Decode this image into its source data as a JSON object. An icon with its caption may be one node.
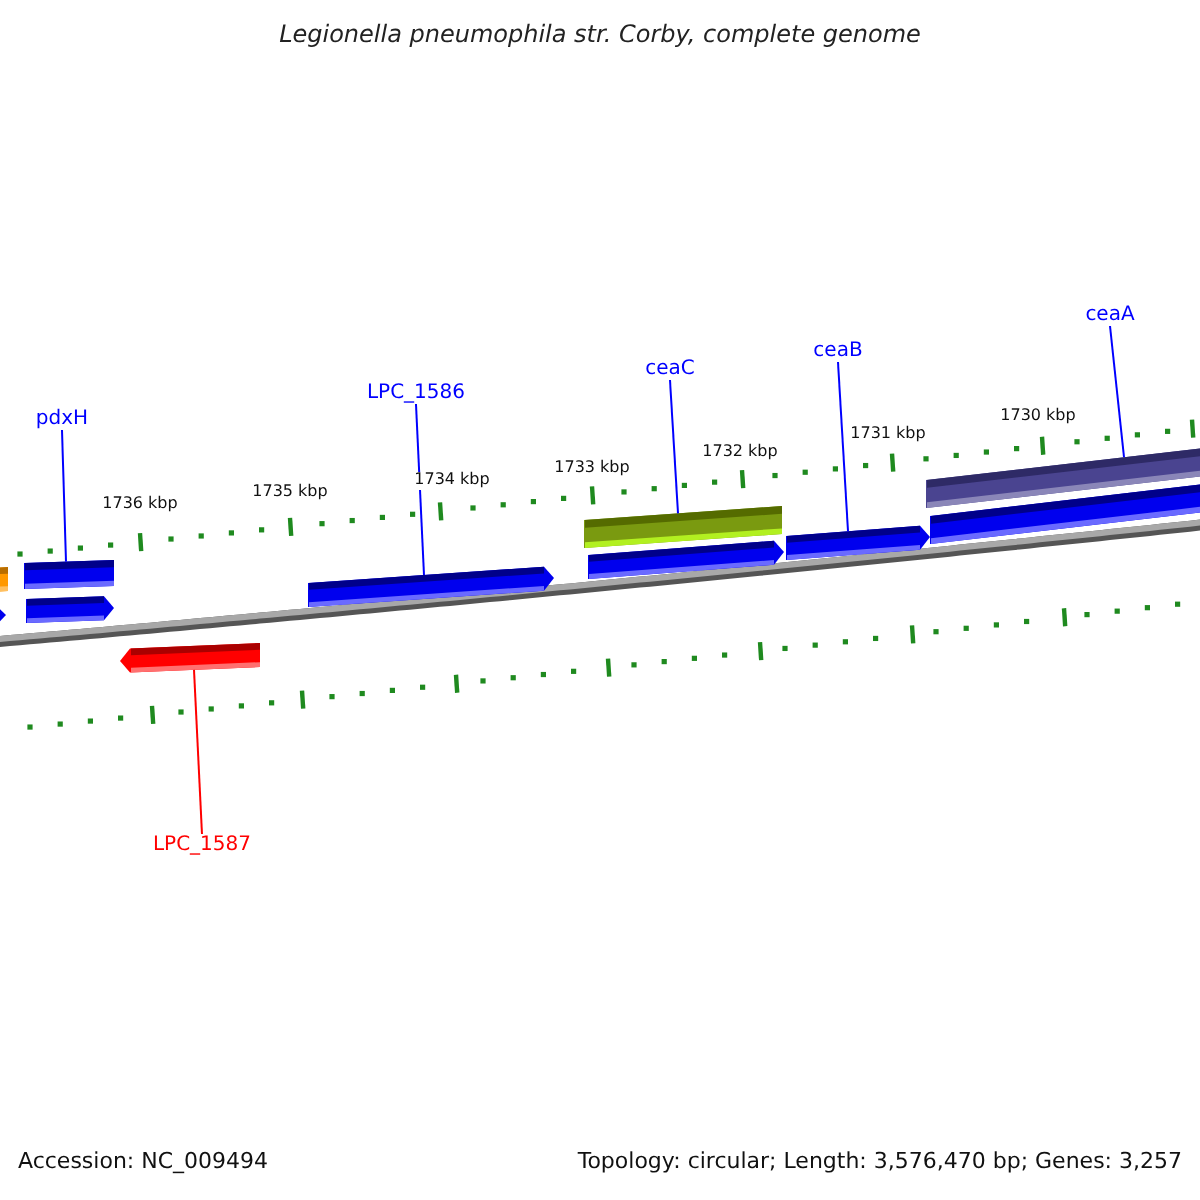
{
  "diagram": {
    "title": "Legionella pneumophila str. Corby, complete genome",
    "nodes": [
      {
        "text": [
          "pdxH"
        ]
      },
      {
        "text": [
          "LPC_1586"
        ]
      },
      {
        "text": [
          "ceaC"
        ]
      },
      {
        "text": [
          "ceaB"
        ]
      },
      {
        "text": [
          "ceaA"
        ]
      },
      {
        "text": [
          "LPC_1587"
        ]
      },
      {
        "text": [],
        "shape": "bar"
      },
      {
        "text": [],
        "shape": "arrow"
      },
      {
        "text": [],
        "shape": "bar"
      },
      {
        "text": [],
        "shape": "arrow"
      },
      {
        "text": [],
        "shape": "arrow"
      },
      {
        "text": [],
        "shape": "arrow"
      },
      {
        "text": [],
        "shape": "bar"
      },
      {
        "text": [],
        "shape": "arrow"
      },
      {
        "text": [],
        "shape": "arrow"
      },
      {
        "text": [],
        "shape": "bar"
      },
      {
        "text": [],
        "shape": "bar"
      }
    ],
    "edges": [
      {
        "from": 0,
        "to": 8,
        "arrow": "none"
      },
      {
        "from": 1,
        "to": 11,
        "arrow": "none"
      },
      {
        "from": 2,
        "to": 12,
        "arrow": "none"
      },
      {
        "from": 3,
        "to": 14,
        "arrow": "none"
      },
      {
        "from": 4,
        "to": 15,
        "arrow": "none"
      },
      {
        "from": 5,
        "to": 10,
        "arrow": "none",
        "color": "#ff0000"
      }
    ],
    "labels": [
      "1736 kbp",
      "1735 kbp",
      "1734 kbp",
      "1733 kbp",
      "1732 kbp",
      "1731 kbp",
      "1730 kbp",
      "Accession: NC_009494",
      "Topology: circular; Length: 3,576,470 bp; Genes: 3,257"
    ]
  }
}
